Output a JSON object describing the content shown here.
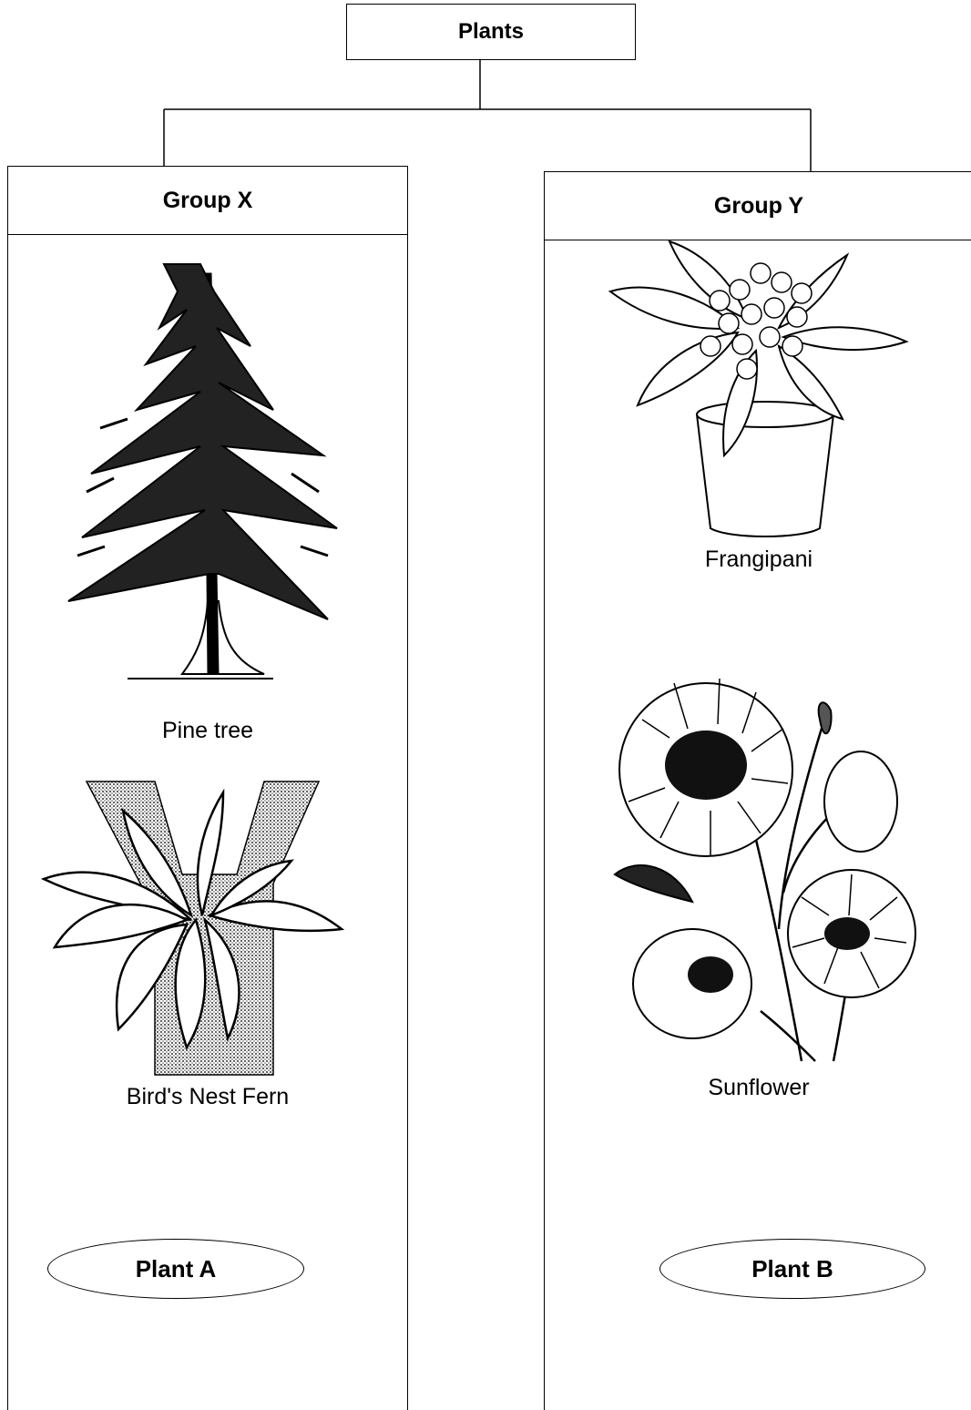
{
  "root": {
    "label": "Plants"
  },
  "groups": [
    {
      "label": "Group X",
      "plants": [
        {
          "name": "Pine tree",
          "icon": "pine-tree-icon"
        },
        {
          "name": "Bird's Nest Fern",
          "icon": "birds-nest-fern-icon"
        }
      ],
      "classification": "Plant A"
    },
    {
      "label": "Group Y",
      "plants": [
        {
          "name": "Frangipani",
          "icon": "frangipani-icon"
        },
        {
          "name": "Sunflower",
          "icon": "sunflower-icon"
        }
      ],
      "classification": "Plant B"
    }
  ]
}
